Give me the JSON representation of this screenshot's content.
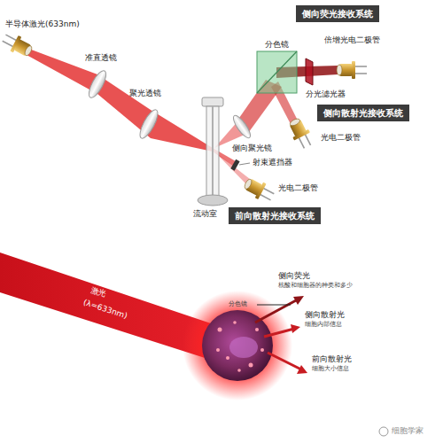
{
  "diagram": {
    "nodes": [
      {
        "text": [
          "侧向荧光接收系统"
        ]
      },
      {
        "text": [
          "侧向散射光接收系统"
        ]
      },
      {
        "text": [
          "前向散射光接收系统"
        ]
      }
    ],
    "labels": [
      "半导体激光(633nm)",
      "准直透镜",
      "聚光透镜",
      "分色镜",
      "倍增光电二极管",
      "分光滤光器",
      "侧向聚光镜",
      "光电二极管",
      "射束遮挡器",
      "流动室",
      "光电二极管",
      "激光",
      "(λ=633nm)",
      "分色镜",
      "侧向荧光",
      "核酸和细胞器的种类和多少",
      "侧向散射光",
      "细胞内部信息",
      "前向散射光",
      "细胞大小信息",
      "细胞学家"
    ]
  }
}
